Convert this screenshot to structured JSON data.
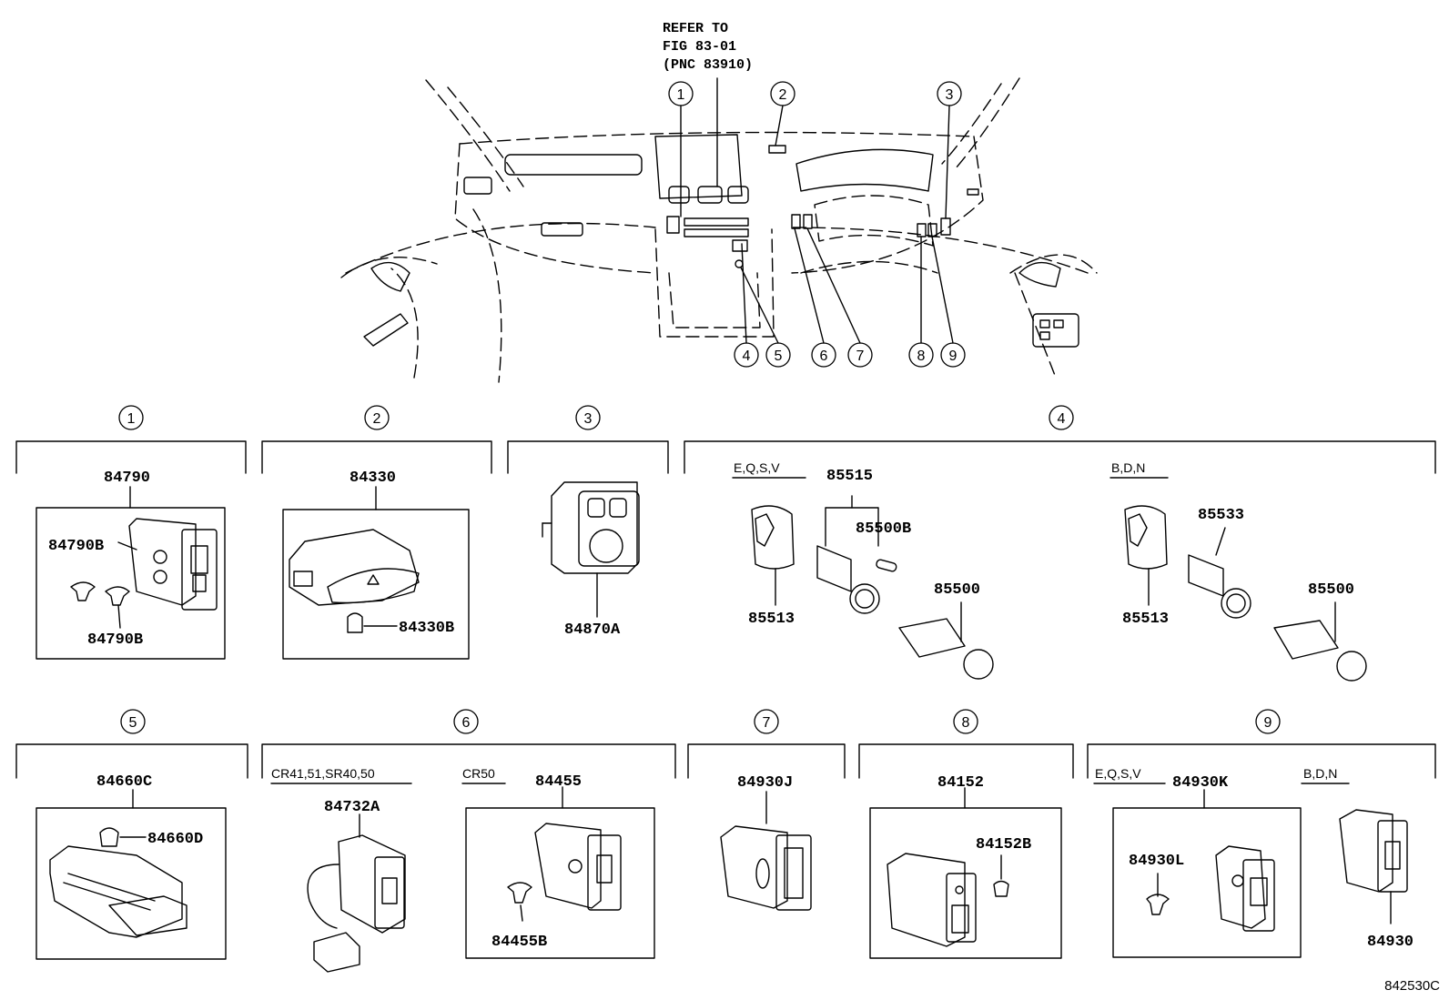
{
  "refer_note": {
    "line1": "REFER TO",
    "line2": "FIG 83-01",
    "line3": "(PNC 83910)"
  },
  "callouts": [
    "1",
    "2",
    "3",
    "4",
    "5",
    "6",
    "7",
    "8",
    "9"
  ],
  "parts": {
    "p84790": "84790",
    "p84790B_a": "84790B",
    "p84790B_b": "84790B",
    "p84330": "84330",
    "p84330B": "84330B",
    "p84870A": "84870A",
    "p85515": "85515",
    "p85500B": "85500B",
    "p85513_a": "85513",
    "p85500_a": "85500",
    "p85533": "85533",
    "p85513_b": "85513",
    "p85500_b": "85500",
    "p84660C": "84660C",
    "p84660D": "84660D",
    "p84732A": "84732A",
    "p84455": "84455",
    "p84455B": "84455B",
    "p84930J": "84930J",
    "p84152": "84152",
    "p84152B": "84152B",
    "p84930K": "84930K",
    "p84930L": "84930L",
    "p84930": "84930"
  },
  "variants": {
    "g4_left": "E,Q,S,V",
    "g4_right": "B,D,N",
    "g6_left": "CR41,51,SR40,50",
    "g6_right": "CR50",
    "g9_left": "E,Q,S,V",
    "g9_right": "B,D,N"
  },
  "figure_id": "842530C"
}
